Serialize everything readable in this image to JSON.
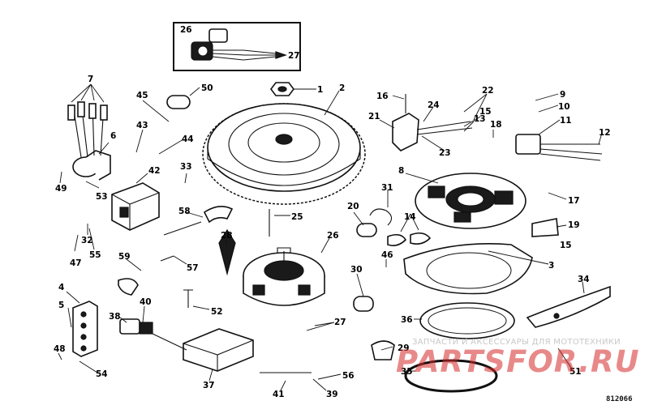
{
  "diagram": {
    "callouts": [
      "1",
      "2",
      "3",
      "4",
      "5",
      "6",
      "7",
      "8",
      "9",
      "10",
      "11",
      "12",
      "13",
      "14",
      "15",
      "16",
      "17",
      "18",
      "19",
      "20",
      "21",
      "22",
      "23",
      "24",
      "25",
      "26",
      "27",
      "28",
      "29",
      "30",
      "31",
      "32",
      "33",
      "34",
      "35",
      "36",
      "37",
      "38",
      "39",
      "40",
      "41",
      "42",
      "43",
      "44",
      "45",
      "46",
      "47",
      "48",
      "49",
      "50",
      "51",
      "52",
      "53",
      "54",
      "55",
      "56",
      "57",
      "58",
      "59"
    ],
    "catalog_code": "812066"
  },
  "watermark": {
    "tagline": "ЗАПЧАСТИ И АКСЕССУАРЫ ДЛЯ МОТОТЕХНИКИ",
    "logo": "PARTSFOR.RU"
  }
}
